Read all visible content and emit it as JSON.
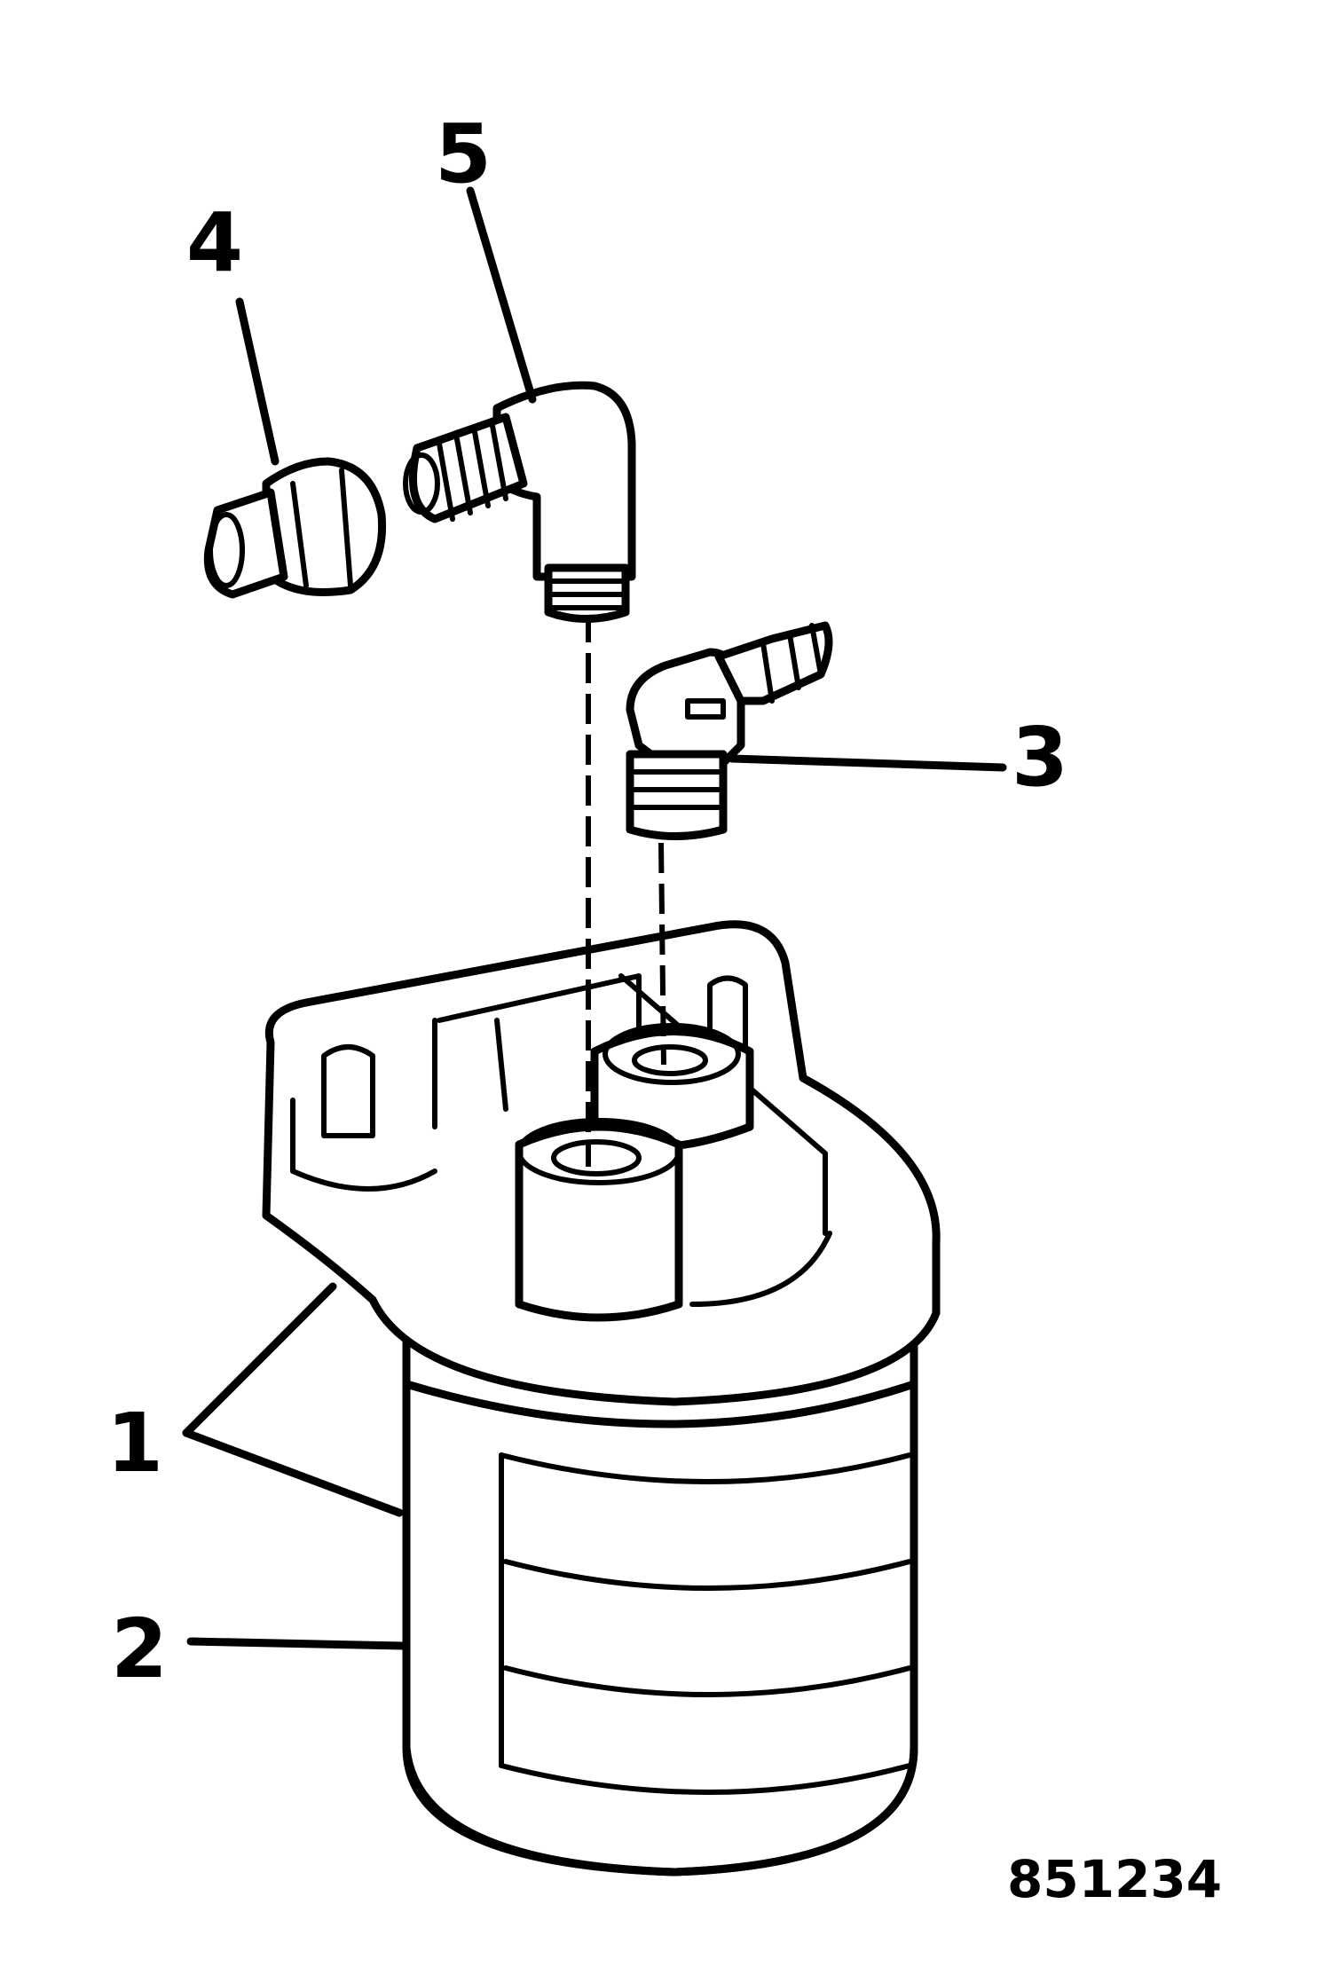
{
  "callouts": {
    "c1": "1",
    "c2": "2",
    "c3": "3",
    "c4": "4",
    "c5": "5"
  },
  "figure_number": "851234"
}
